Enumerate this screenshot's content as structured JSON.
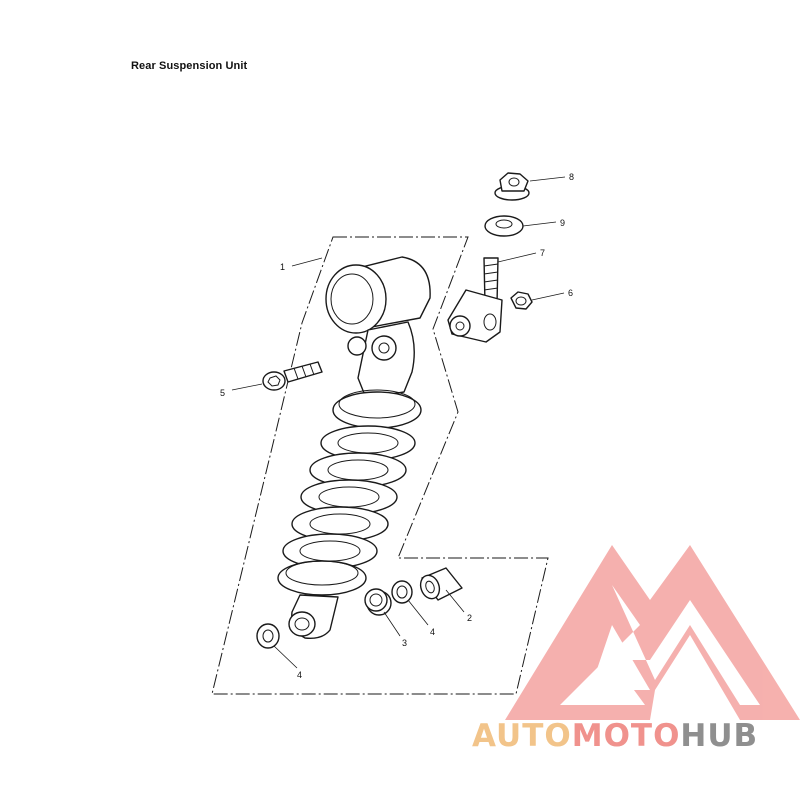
{
  "title": "Rear Suspension Unit",
  "callouts": [
    {
      "id": "c1",
      "label": "1"
    },
    {
      "id": "c2",
      "label": "2"
    },
    {
      "id": "c3",
      "label": "3"
    },
    {
      "id": "c4a",
      "label": "4"
    },
    {
      "id": "c4b",
      "label": "4"
    },
    {
      "id": "c5",
      "label": "5"
    },
    {
      "id": "c6",
      "label": "6"
    },
    {
      "id": "c7",
      "label": "7"
    },
    {
      "id": "c8",
      "label": "8"
    },
    {
      "id": "c9",
      "label": "9"
    }
  ],
  "watermark": {
    "part1": "AUTO",
    "part2": "MOTO",
    "part3": "HUB",
    "colors": {
      "auto": "#f2c48a",
      "moto": "#f0928d",
      "hub": "#8f8f8f",
      "logo": "#f4a3a0"
    }
  }
}
